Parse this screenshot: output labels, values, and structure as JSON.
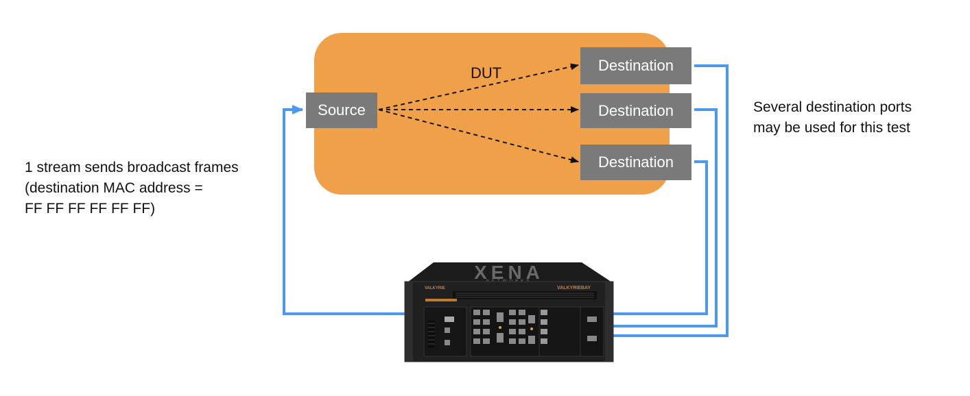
{
  "diagram": {
    "dut_label": "DUT",
    "source_label": "Source",
    "destinations": [
      {
        "label": "Destination"
      },
      {
        "label": "Destination"
      },
      {
        "label": "Destination"
      }
    ],
    "left_note": [
      "1 stream sends broadcast frames",
      "(destination MAC address =",
      "FF FF FF FF FF FF)"
    ],
    "right_note": [
      "Several destination ports",
      "may be used for this test"
    ],
    "tester": {
      "brand": "XENA",
      "sub": "NETWORKS",
      "left_model": "VALKYRIE",
      "right_model": "VALKYRIEBAY"
    },
    "colors": {
      "dut_fill": "#f0a048",
      "node_fill": "#7a7a7a",
      "link": "#4a98f0",
      "arrow": "#111111"
    }
  }
}
